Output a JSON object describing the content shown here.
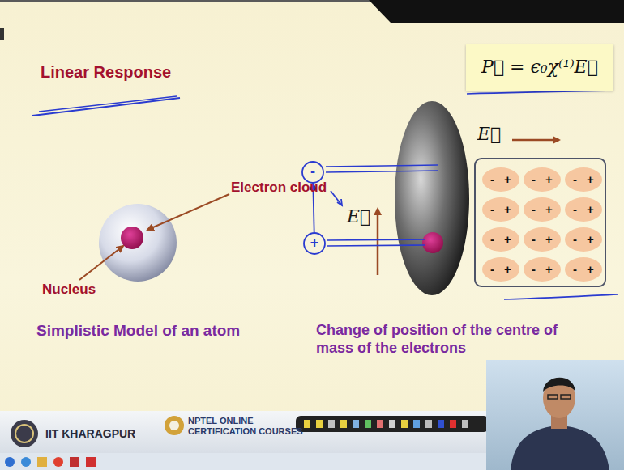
{
  "diagram": {
    "title": "Linear Response",
    "nodes": [
      {
        "text": [
          "P⃗ = ϵ₀χ⁽¹⁾E⃗"
        ]
      },
      {
        "text": [
          "-"
        ]
      },
      {
        "text": [
          "+"
        ]
      },
      {
        "text": [
          "E⃗"
        ]
      },
      {
        "text": [
          "-",
          "+"
        ],
        "in": 3
      },
      {
        "text": [
          "-",
          "+"
        ],
        "in": 3
      },
      {
        "text": [
          "-",
          "+"
        ],
        "in": 3
      },
      {
        "text": [
          "-",
          "+"
        ],
        "in": 3
      },
      {
        "text": [
          "-",
          "+"
        ],
        "in": 3
      },
      {
        "text": [
          "-",
          "+"
        ],
        "in": 3
      },
      {
        "text": [
          "-",
          "+"
        ],
        "in": 3
      },
      {
        "text": [
          "-",
          "+"
        ],
        "in": 3
      },
      {
        "text": [
          "-",
          "+"
        ],
        "in": 3
      },
      {
        "text": [
          "-",
          "+"
        ],
        "in": 3
      },
      {
        "text": [
          "-",
          "+"
        ],
        "in": 3
      },
      {
        "text": [
          "-",
          "+"
        ],
        "in": 3
      }
    ],
    "edges": [
      {
        "from": 2,
        "to": 1,
        "arrow": "to"
      }
    ],
    "labels": [
      "Electron cloud",
      "Nucleus",
      "Simplistic Model of an atom",
      "E⃗",
      "Change of position of the centre of mass of the electrons",
      "IIT KHARAGPUR",
      "NPTEL ONLINE CERTIFICATION COURSES"
    ]
  }
}
